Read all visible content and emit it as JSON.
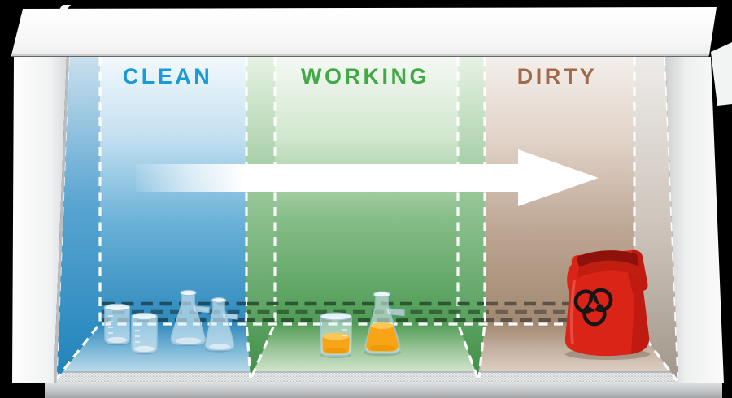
{
  "scene": {
    "type": "biosafety-cabinet-workflow-diagram",
    "zones": [
      {
        "id": "clean",
        "label": "CLEAN",
        "label_color": "#1a9ad6",
        "wall_color": "#2f8abc",
        "items": [
          "empty beaker",
          "empty beaker",
          "empty filter flask",
          "empty filter flask"
        ]
      },
      {
        "id": "working",
        "label": "WORKING",
        "label_color": "#43a847",
        "wall_color": "#4f9b55",
        "items": [
          "beaker with orange liquid",
          "filter flask with orange liquid"
        ]
      },
      {
        "id": "dirty",
        "label": "DIRTY",
        "label_color": "#a06a4c",
        "wall_color": "#a18870",
        "items": [
          "red biohazard bag"
        ]
      }
    ],
    "flow_arrow": {
      "direction": "left-to-right",
      "color": "#ffffff"
    },
    "liquid_color": "#f7a417",
    "bag_color": "#da2418",
    "biohazard_symbol_color": "#161616",
    "dashed_boundary_color": "#ffffff"
  }
}
